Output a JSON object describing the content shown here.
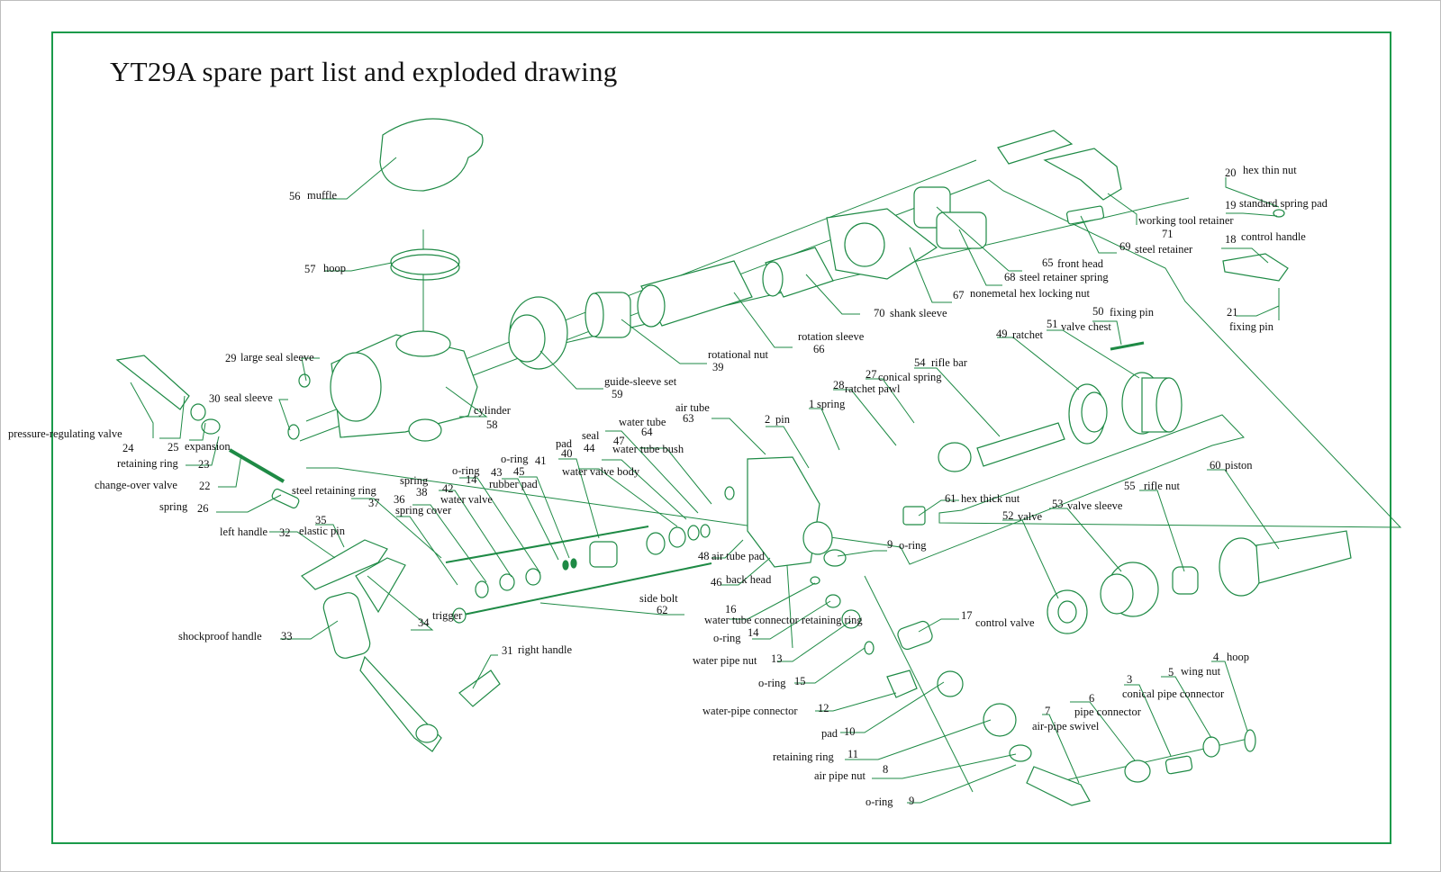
{
  "title": "YT29A spare part list and exploded drawing",
  "labels": [
    {
      "n": "56",
      "t": "muffle"
    },
    {
      "n": "57",
      "t": "hoop"
    },
    {
      "n": "29",
      "t": "large seal sleeve"
    },
    {
      "n": "30",
      "t": "seal sleeve"
    },
    {
      "n": "58",
      "t": "cylinder"
    },
    {
      "n": "59",
      "t": "guide-sleeve set"
    },
    {
      "n": "39",
      "t": "rotational nut"
    },
    {
      "n": "66",
      "t": "rotation sleeve"
    },
    {
      "n": "70",
      "t": "shank sleeve"
    },
    {
      "n": "67",
      "t": "nonemetal hex locking nut"
    },
    {
      "n": "68",
      "t": "steel retainer spring"
    },
    {
      "n": "65",
      "t": "front head"
    },
    {
      "n": "69",
      "t": "steel retainer"
    },
    {
      "n": "71",
      "t": "working tool retainer"
    },
    {
      "n": "20",
      "t": "hex thin nut"
    },
    {
      "n": "19",
      "t": "standard spring pad"
    },
    {
      "n": "18",
      "t": "control handle"
    },
    {
      "n": "21",
      "t": "fixing pin"
    },
    {
      "n": "50",
      "t": "fixing pin"
    },
    {
      "n": "51",
      "t": "valve chest"
    },
    {
      "n": "49",
      "t": "ratchet"
    },
    {
      "n": "54",
      "t": "rifle bar"
    },
    {
      "n": "27",
      "t": "conical spring"
    },
    {
      "n": "28",
      "t": "ratchet pawl"
    },
    {
      "n": "1",
      "t": "spring"
    },
    {
      "n": "2",
      "t": "pin"
    },
    {
      "n": "63",
      "t": "air tube"
    },
    {
      "n": "64",
      "t": "water tube bush"
    },
    {
      "n": "",
      "t": "water tube"
    },
    {
      "n": "",
      "t": "seal"
    },
    {
      "n": "44",
      "t": "pad"
    },
    {
      "n": "47",
      "t": ""
    },
    {
      "n": "40",
      "t": "water valve body"
    },
    {
      "n": "41",
      "t": "o-ring"
    },
    {
      "n": "45",
      "t": "rubber pad"
    },
    {
      "n": "43",
      "t": ""
    },
    {
      "n": "14",
      "t": "o-ring"
    },
    {
      "n": "42",
      "t": "water valve"
    },
    {
      "n": "38",
      "t": "spring"
    },
    {
      "n": "36",
      "t": "spring cover"
    },
    {
      "n": "37",
      "t": "steel retaining ring"
    },
    {
      "n": "24",
      "t": "pressure-regulating valve"
    },
    {
      "n": "25",
      "t": "expansion"
    },
    {
      "n": "23",
      "t": "retaining ring"
    },
    {
      "n": "22",
      "t": "change-over valve"
    },
    {
      "n": "26",
      "t": "spring"
    },
    {
      "n": "35",
      "t": "elastic pin"
    },
    {
      "n": "32",
      "t": "left handle"
    },
    {
      "n": "34",
      "t": "trigger"
    },
    {
      "n": "33",
      "t": "shockproof handle"
    },
    {
      "n": "31",
      "t": "right handle"
    },
    {
      "n": "62",
      "t": "side bolt"
    },
    {
      "n": "48",
      "t": "air tube pad"
    },
    {
      "n": "46",
      "t": "back head"
    },
    {
      "n": "61",
      "t": "hex thick nut"
    },
    {
      "n": "9",
      "t": "o-ring"
    },
    {
      "n": "16",
      "t": "water tube connector retaining ring"
    },
    {
      "n": "14",
      "t": "o-ring"
    },
    {
      "n": "13",
      "t": "water pipe nut"
    },
    {
      "n": "15",
      "t": "o-ring"
    },
    {
      "n": "12",
      "t": "water-pipe connector"
    },
    {
      "n": "10",
      "t": "pad"
    },
    {
      "n": "11",
      "t": "retaining ring"
    },
    {
      "n": "8",
      "t": "air pipe nut"
    },
    {
      "n": "9",
      "t": "o-ring"
    },
    {
      "n": "17",
      "t": "control valve"
    },
    {
      "n": "52",
      "t": "valve"
    },
    {
      "n": "53",
      "t": "valve sleeve"
    },
    {
      "n": "55",
      "t": "rifle nut"
    },
    {
      "n": "60",
      "t": "piston"
    },
    {
      "n": "7",
      "t": "air-pipe swivel"
    },
    {
      "n": "6",
      "t": "pipe connector"
    },
    {
      "n": "3",
      "t": "conical pipe connector"
    },
    {
      "n": "5",
      "t": "wing nut"
    },
    {
      "n": "4",
      "t": "hoop"
    }
  ]
}
